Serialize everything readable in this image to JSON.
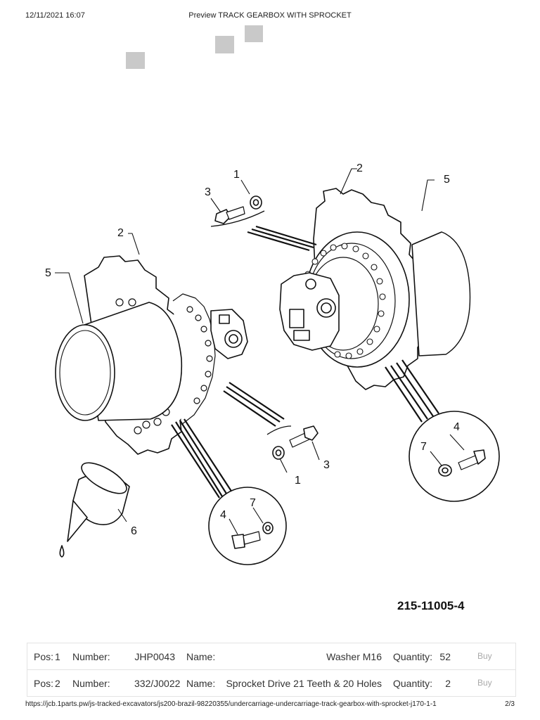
{
  "header": {
    "date": "12/11/2021 16:07",
    "title": "Preview TRACK GEARBOX WITH SPROCKET"
  },
  "diagram": {
    "callouts": {
      "c1_upper": "1",
      "c3_upper": "3",
      "c2_upper": "2",
      "c5_upper": "5",
      "c2_left": "2",
      "c5_left": "5",
      "c4_right": "4",
      "c7_right": "7",
      "c1_lower": "1",
      "c3_lower": "3",
      "c6": "6",
      "c4_lower": "4",
      "c7_lower": "7"
    },
    "drawing_number": "215-11005-4"
  },
  "parts": [
    {
      "pos_label": "Pos:",
      "pos": "1",
      "number_label": "Number:",
      "number": "JHP0043",
      "name_label": "Name:",
      "name": "Washer M16",
      "qty_label": "Quantity:",
      "qty": "52",
      "buy": "Buy"
    },
    {
      "pos_label": "Pos:",
      "pos": "2",
      "number_label": "Number:",
      "number": "332/J0022",
      "name_label": "Name:",
      "name": "Sprocket Drive 21 Teeth & 20 Holes",
      "qty_label": "Quantity:",
      "qty": "2",
      "buy": "Buy"
    }
  ],
  "footer": {
    "url": "https://jcb.1parts.pw/js-tracked-excavators/js200-brazil-98220355/undercarriage-undercarriage-track-gearbox-with-sprocket-j170-1-1",
    "page": "2/3"
  }
}
